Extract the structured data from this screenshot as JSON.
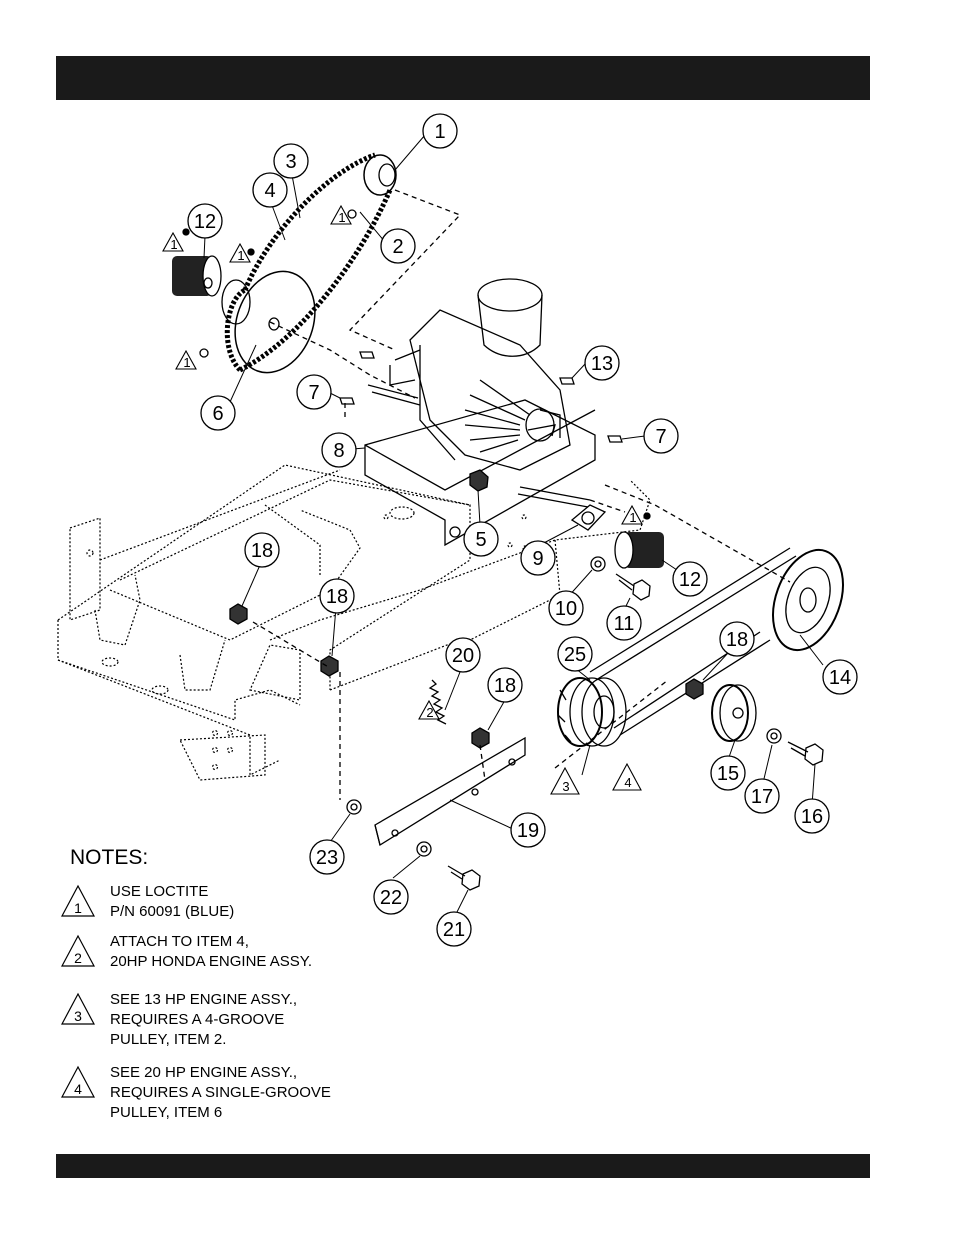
{
  "callouts": [
    {
      "n": "1"
    },
    {
      "n": "2"
    },
    {
      "n": "3"
    },
    {
      "n": "4"
    },
    {
      "n": "5"
    },
    {
      "n": "6"
    },
    {
      "n": "7"
    },
    {
      "n": "7"
    },
    {
      "n": "8"
    },
    {
      "n": "9"
    },
    {
      "n": "10"
    },
    {
      "n": "11"
    },
    {
      "n": "12"
    },
    {
      "n": "12"
    },
    {
      "n": "13"
    },
    {
      "n": "14"
    },
    {
      "n": "15"
    },
    {
      "n": "16"
    },
    {
      "n": "17"
    },
    {
      "n": "18"
    },
    {
      "n": "18"
    },
    {
      "n": "18"
    },
    {
      "n": "18"
    },
    {
      "n": "19"
    },
    {
      "n": "20"
    },
    {
      "n": "21"
    },
    {
      "n": "22"
    },
    {
      "n": "23"
    },
    {
      "n": "25"
    }
  ],
  "note_flags": [
    {
      "n": "1"
    },
    {
      "n": "1"
    },
    {
      "n": "1"
    },
    {
      "n": "1"
    },
    {
      "n": "1"
    },
    {
      "n": "2"
    },
    {
      "n": "3"
    },
    {
      "n": "4"
    }
  ],
  "notes": {
    "title": "NOTES:",
    "items": [
      {
        "num": "1",
        "lines": [
          "USE LOCTITE",
          "P/N 60091 (BLUE)"
        ]
      },
      {
        "num": "2",
        "lines": [
          "ATTACH TO ITEM 4,",
          "20HP HONDA ENGINE ASSY."
        ]
      },
      {
        "num": "3",
        "lines": [
          "SEE 13 HP ENGINE ASSY.,",
          "REQUIRES A 4-GROOVE",
          "PULLEY, ITEM 2."
        ]
      },
      {
        "num": "4",
        "lines": [
          "SEE 20 HP ENGINE ASSY.,",
          "REQUIRES A SINGLE-GROOVE",
          "PULLEY, ITEM 6"
        ]
      }
    ]
  }
}
